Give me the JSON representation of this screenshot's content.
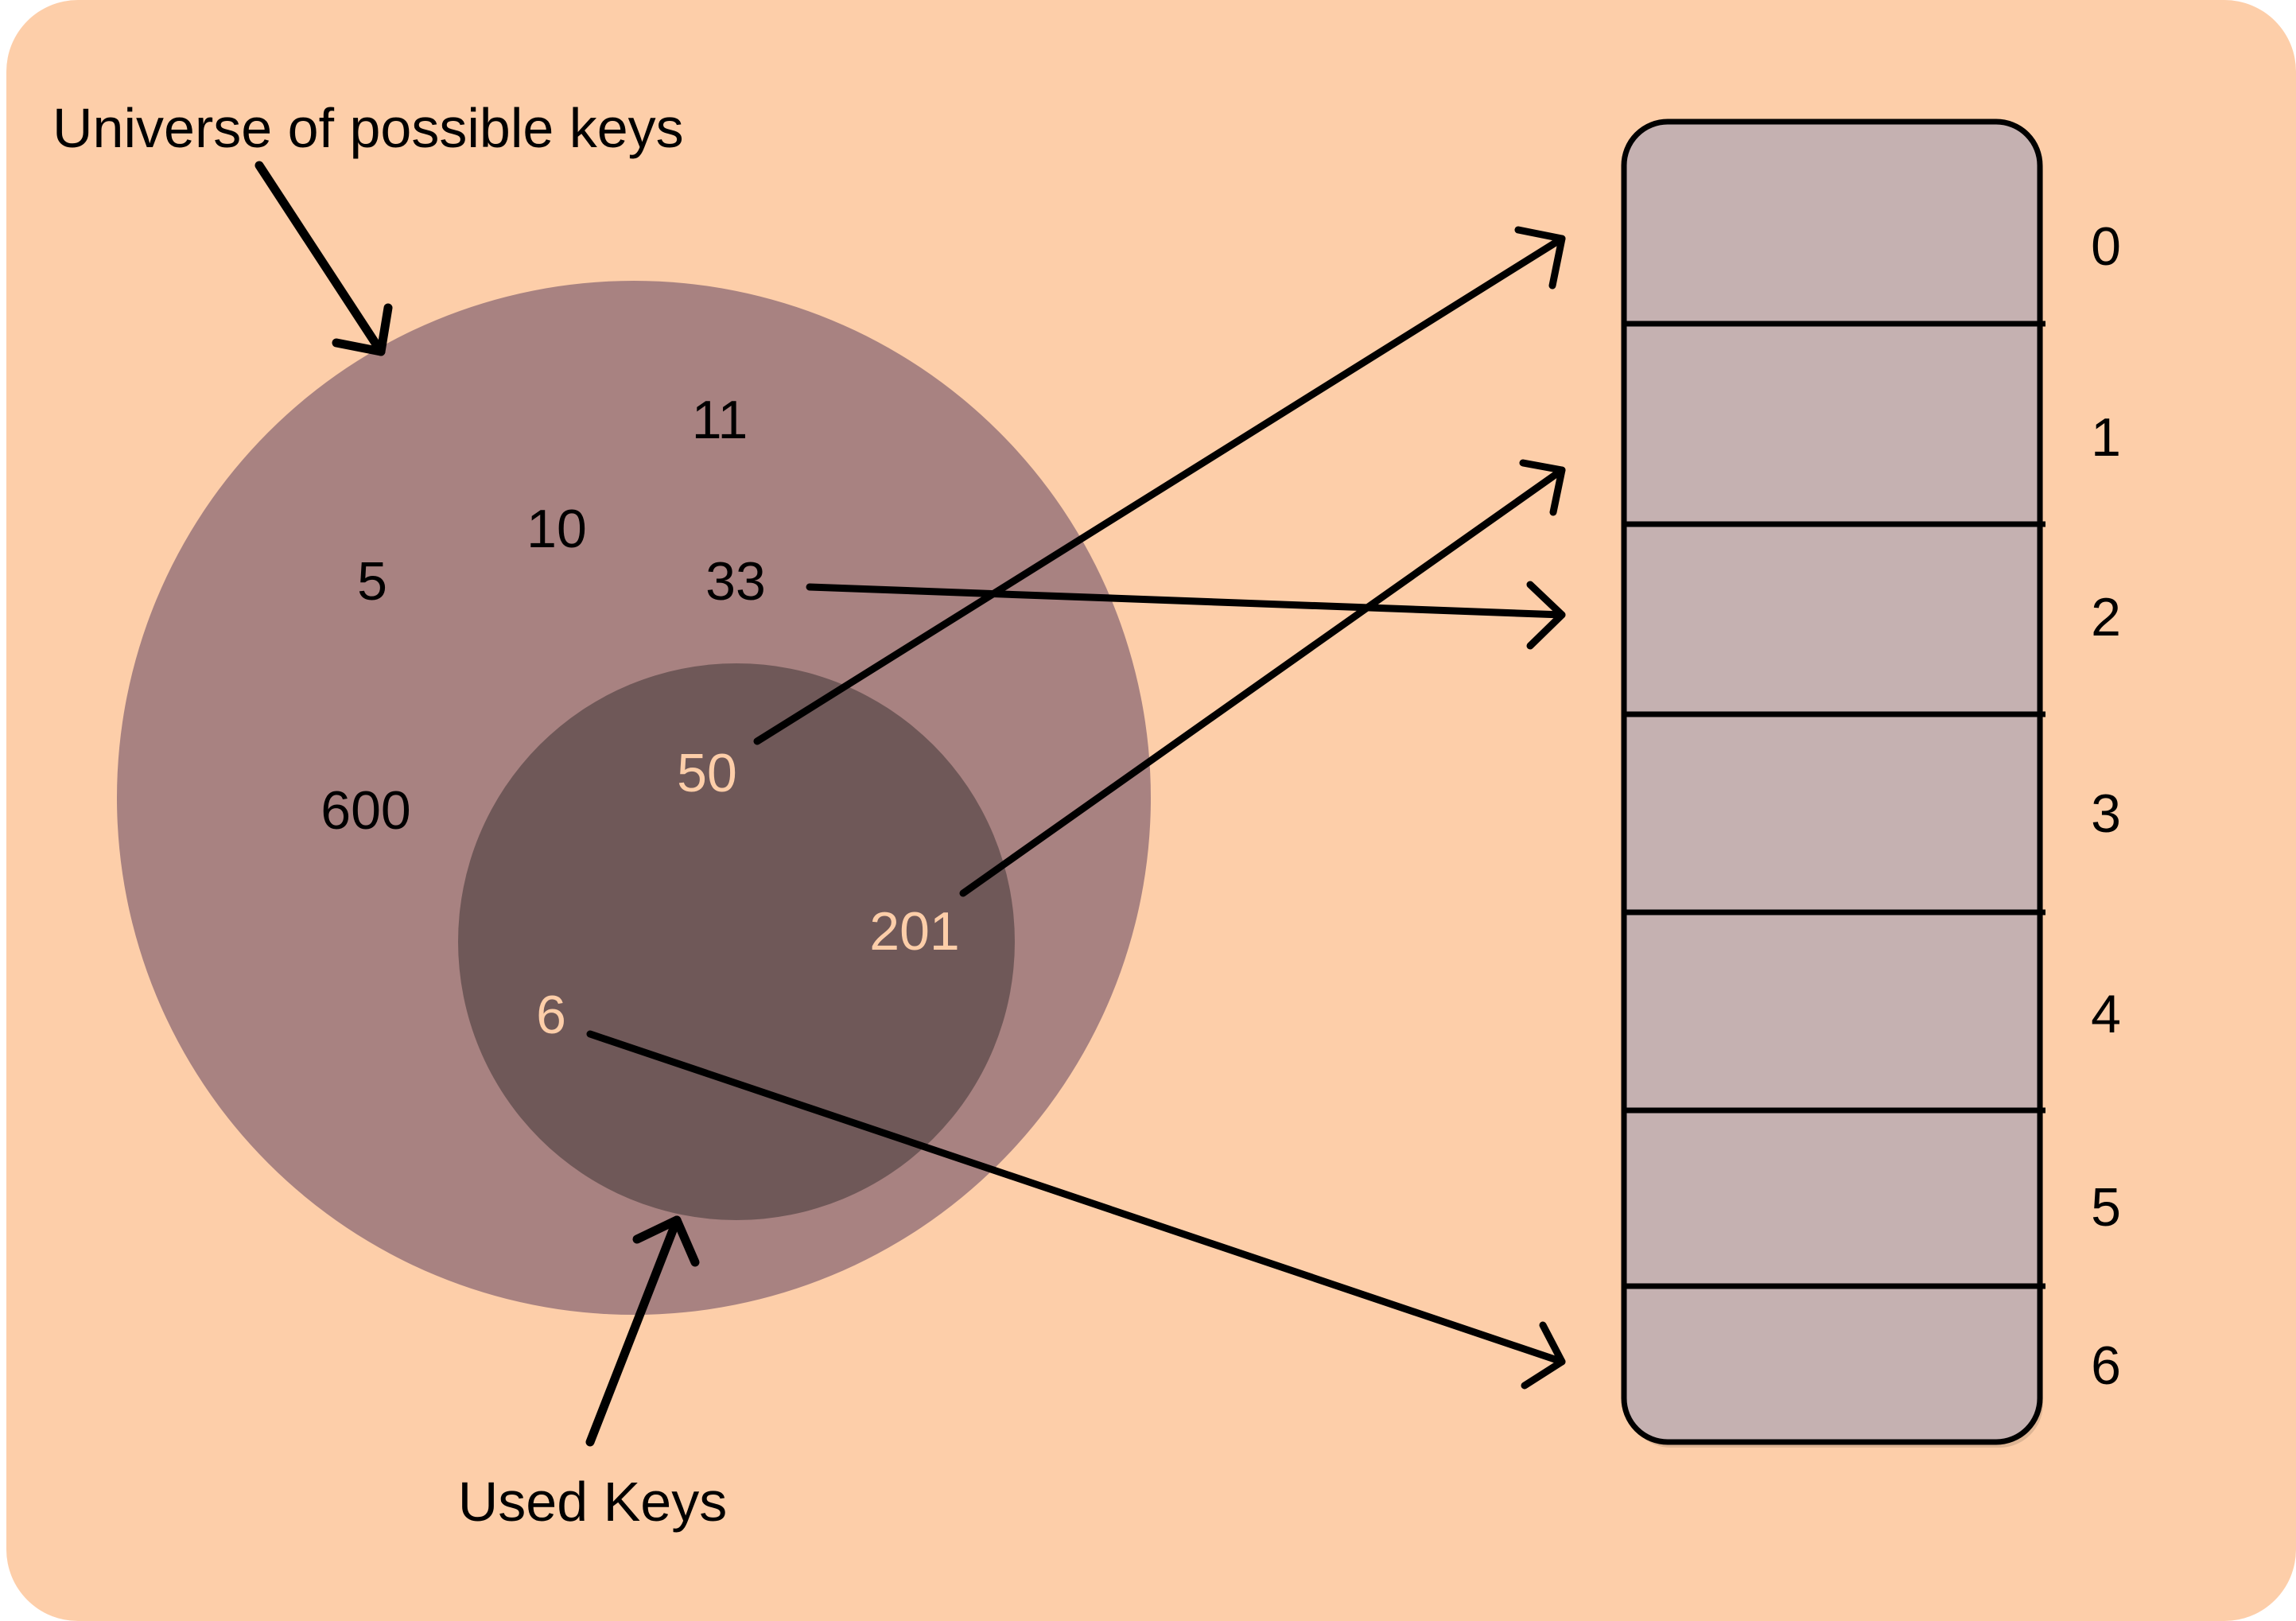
{
  "diagram": {
    "title": "Hash table key mapping",
    "colors": {
      "background": "#FDCEA9",
      "universe_circle": "#A88281",
      "used_circle": "#6F5858",
      "table_fill": "#C5B1B1",
      "stroke": "#000000",
      "key_text_universe": "#000000",
      "key_text_used": "#FDCEA9"
    },
    "labels": {
      "universe": "Universe of possible keys",
      "used": "Used Keys"
    },
    "universe_keys": [
      {
        "id": "k11",
        "label": "11"
      },
      {
        "id": "k10",
        "label": "10"
      },
      {
        "id": "k5",
        "label": "5"
      },
      {
        "id": "k33",
        "label": "33"
      },
      {
        "id": "k600",
        "label": "600"
      }
    ],
    "used_keys": [
      {
        "id": "k50",
        "label": "50"
      },
      {
        "id": "k201",
        "label": "201"
      },
      {
        "id": "k6",
        "label": "6"
      }
    ],
    "table": {
      "slots": [
        "0",
        "1",
        "2",
        "3",
        "4",
        "5",
        "6"
      ]
    },
    "mappings": [
      {
        "key": "33",
        "slot": "2"
      },
      {
        "key": "50",
        "slot": "0"
      },
      {
        "key": "201",
        "slot": "1"
      },
      {
        "key": "6",
        "slot": "6"
      }
    ]
  }
}
